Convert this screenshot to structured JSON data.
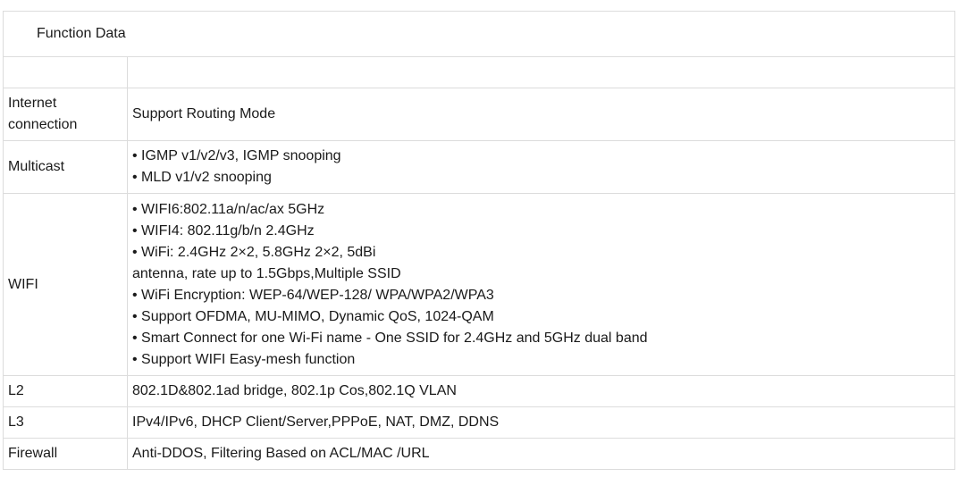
{
  "title": "Function Data",
  "rows": [
    {
      "label": "Internet connection",
      "lines": [
        "Support Routing Mode"
      ]
    },
    {
      "label": "Multicast",
      "lines": [
        "• IGMP v1/v2/v3, IGMP snooping",
        "• MLD v1/v2 snooping"
      ]
    },
    {
      "label": "WIFI",
      "lines": [
        "• WIFI6:802.11a/n/ac/ax 5GHz",
        "• WIFI4: 802.11g/b/n 2.4GHz",
        "• WiFi: 2.4GHz 2×2, 5.8GHz 2×2, 5dBi",
        "antenna, rate up to 1.5Gbps,Multiple SSID",
        "• WiFi Encryption: WEP-64/WEP-128/ WPA/WPA2/WPA3",
        "• Support OFDMA, MU-MIMO, Dynamic QoS, 1024-QAM",
        "• Smart Connect for one Wi-Fi name - One SSID for 2.4GHz and 5GHz dual band",
        "• Support WIFI Easy-mesh function"
      ]
    },
    {
      "label": "L2",
      "lines": [
        "802.1D&802.1ad bridge, 802.1p Cos,802.1Q VLAN"
      ]
    },
    {
      "label": "L3",
      "lines": [
        "IPv4/IPv6, DHCP Client/Server,PPPoE, NAT, DMZ, DDNS"
      ]
    },
    {
      "label": "Firewall",
      "lines": [
        "Anti-DDOS, Filtering Based on ACL/MAC /URL"
      ]
    }
  ]
}
